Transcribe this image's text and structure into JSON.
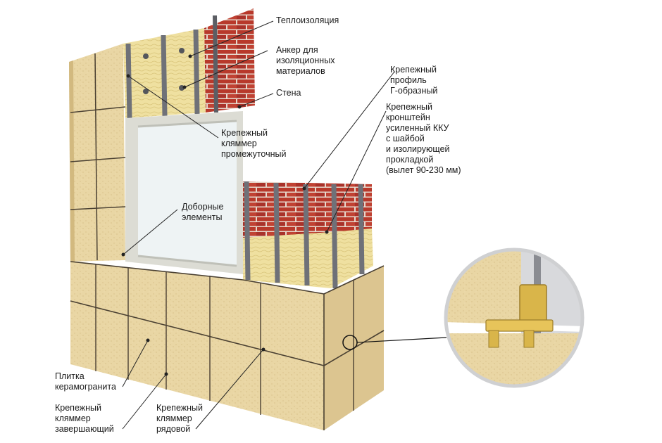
{
  "labels": {
    "thermal_insulation": "Теплоизоляция",
    "anchor": "Анкер для\nизоляционных\nматериалов",
    "wall": "Стена",
    "intermediate_clamp": "Крепежный\nкляммер\nпромежуточный",
    "g_profile": "Крепежный\nпрофиль\nГ-образный",
    "bracket": "Крепежный\nкронштейн\nусиленный ККУ\nс шайбой\nи изолирующей\nпрокладкой\n(вылет 90-230 мм)",
    "extra_elements": "Доборные\nэлементы",
    "tile": "Плитка\nкерамогранита",
    "finishing_clamp": "Крепежный\nкляммер\nзавершающий",
    "row_clamp": "Крепежный\nкляммер\nрядовой"
  },
  "colors": {
    "tile": "#e9d6a4",
    "tile_shade": "#d9c28a",
    "tile_side": "#d6bd84",
    "seam": "#4a4032",
    "brick": "#b8392b",
    "mortar": "#e6d8cc",
    "insulation": "#efe0a0",
    "profile": "#6f7178",
    "window_glass": "#eef3f4",
    "window_frame": "#dcdcd4",
    "leader": "#222222"
  }
}
